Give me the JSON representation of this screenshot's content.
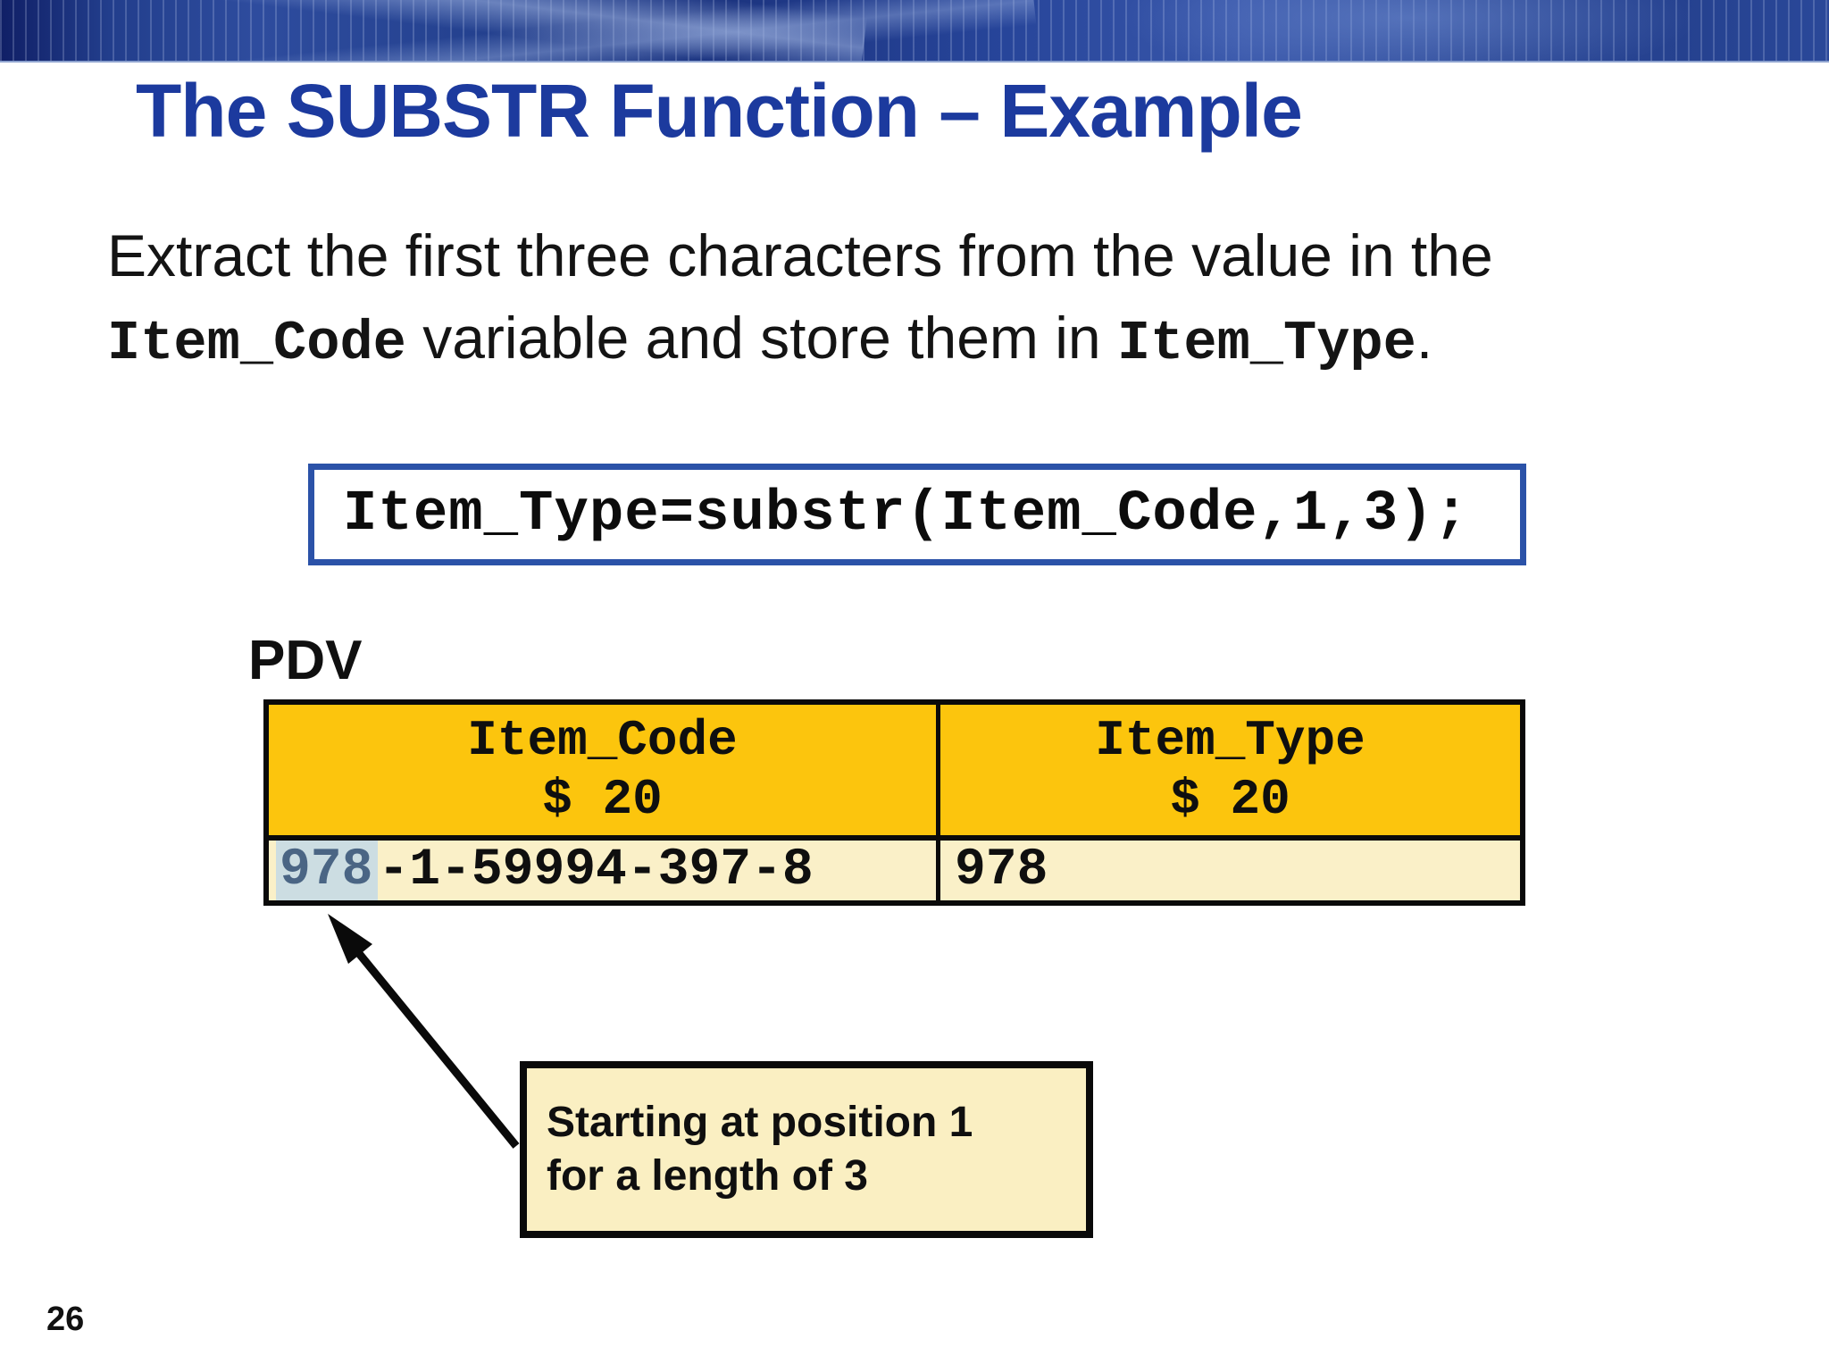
{
  "title": "The SUBSTR Function – Example",
  "body": {
    "line1": "Extract the first three characters from the value in the",
    "code1": "Item_Code",
    "mid": " variable and store them in ",
    "code2": "Item_Type",
    "end": "."
  },
  "code_box": {
    "text": "Item_Type=substr(Item_Code,1,3);"
  },
  "pdv": {
    "label": "PDV",
    "columns": [
      {
        "name": "Item_Code",
        "type": "$ 20"
      },
      {
        "name": "Item_Type",
        "type": "$ 20"
      }
    ],
    "row": {
      "item_code_highlight": "978",
      "item_code_rest": "-1-59994-397-8",
      "item_type": "978"
    }
  },
  "callout": {
    "line1": "Starting at position 1",
    "line2": "for a length of 3"
  },
  "page": {
    "number": "26"
  },
  "colors": {
    "title_blue": "#1c3a9e",
    "banner_blue": "#24418f",
    "code_box_border": "#2b52a8",
    "table_header_gold": "#fcc50d",
    "table_row_cream": "#faf0c8",
    "callout_cream": "#faefc2",
    "substring_highlight": "#ccdde2",
    "substring_text": "#4a6584",
    "border_black": "#0a0a0a"
  }
}
